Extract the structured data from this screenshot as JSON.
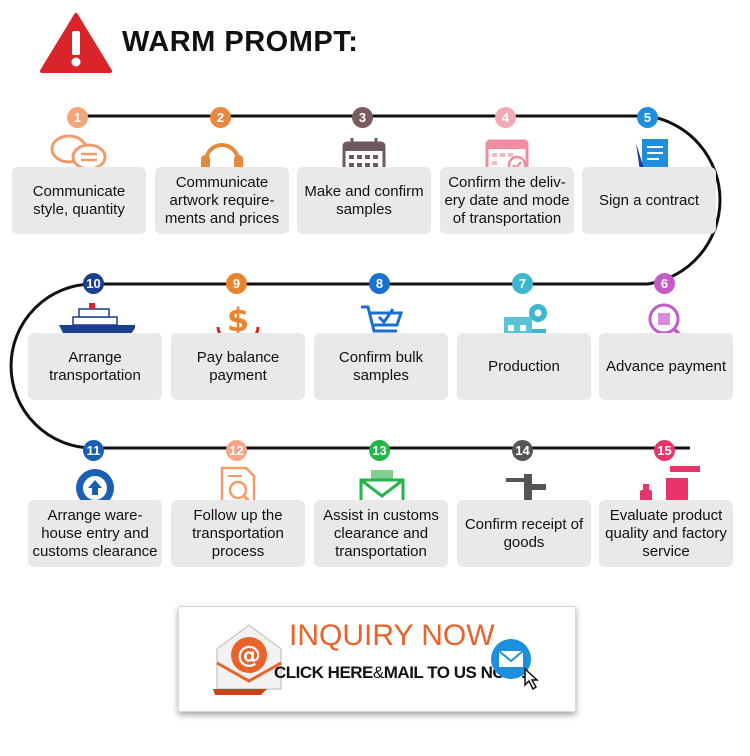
{
  "header": {
    "title": "WARM PROMPT:"
  },
  "steps": [
    {
      "num": "1",
      "label": "Communicate style, quantity",
      "color": "#f4a57a",
      "icon": "chat-bubbles-icon"
    },
    {
      "num": "2",
      "label": "Communicate artwork require-ments and prices",
      "color": "#e7893c",
      "icon": "headset-icon"
    },
    {
      "num": "3",
      "label": "Make and confirm samples",
      "color": "#7a5a5e",
      "icon": "calendar-icon"
    },
    {
      "num": "4",
      "label": "Confirm the deliv-ery date and mode of transportation",
      "color": "#f3a9b4",
      "icon": "calendar-check-icon"
    },
    {
      "num": "5",
      "label": "Sign a contract",
      "color": "#1e8fdc",
      "icon": "contract-pen-icon"
    },
    {
      "num": "6",
      "label": "Advance payment",
      "color": "#c45cc7",
      "icon": "magnifier-payment-icon"
    },
    {
      "num": "7",
      "label": "Production",
      "color": "#3db6cf",
      "icon": "factory-gears-icon"
    },
    {
      "num": "8",
      "label": "Confirm bulk samples",
      "color": "#1a6fd0",
      "icon": "shopping-cart-check-icon"
    },
    {
      "num": "9",
      "label": "Pay balance payment",
      "color": "#e9842e",
      "icon": "dollar-payment-icon"
    },
    {
      "num": "10",
      "label": "Arrange transportation",
      "color": "#1b3f8f",
      "icon": "ship-icon"
    },
    {
      "num": "11",
      "label": "Arrange ware-house entry and customs clearance",
      "color": "#1a5fb4",
      "icon": "upload-circle-icon"
    },
    {
      "num": "12",
      "label": "Follow up the transportation process",
      "color": "#f6a58a",
      "icon": "document-search-icon"
    },
    {
      "num": "13",
      "label": "Assist in customs clearance and transportation",
      "color": "#23b44a",
      "icon": "envelope-icon"
    },
    {
      "num": "14",
      "label": "Confirm receipt of goods",
      "color": "#555555",
      "icon": "microscope-icon"
    },
    {
      "num": "15",
      "label": "Evaluate product quality and factory service",
      "color": "#e8346a",
      "icon": "bottle-product-icon"
    }
  ],
  "banner": {
    "title": "INQUIRY NOW",
    "sub1": "CLICK HERE",
    "amp": "&",
    "sub2": "MAIL TO US NOW!"
  }
}
